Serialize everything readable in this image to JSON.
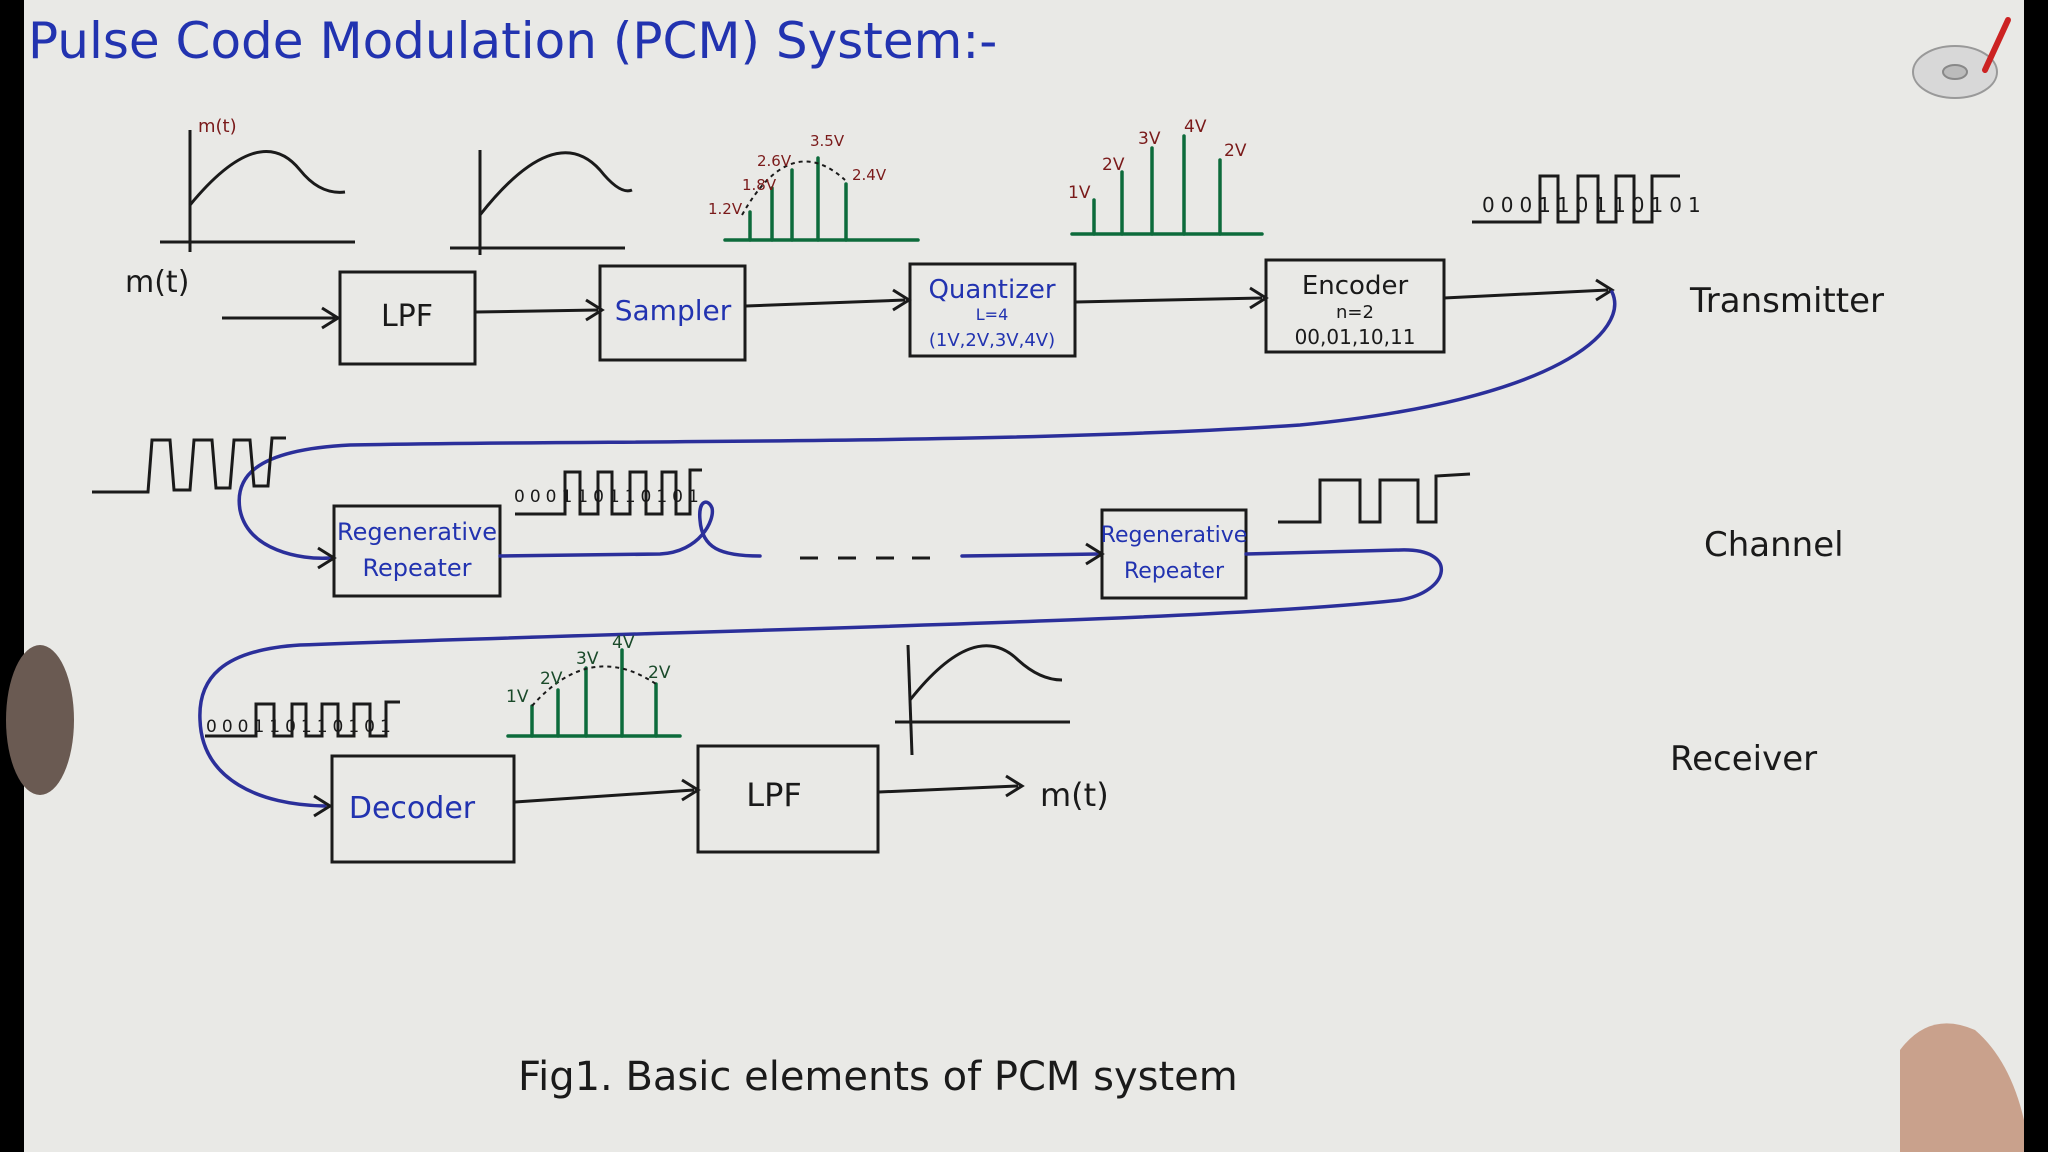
{
  "title": "Pulse Code Modulation (PCM) System:-",
  "caption": "Fig1. Basic elements of PCM system",
  "sections": {
    "transmitter": "Transmitter",
    "channel": "Channel",
    "receiver": "Receiver"
  },
  "blocks": {
    "lpf1": "LPF",
    "sampler": "Sampler",
    "quantizer": "Quantizer",
    "quantizer_levels": "L=4",
    "quantizer_values": "(1V,2V,3V,4V)",
    "encoder": "Encoder",
    "encoder_n": "n=2",
    "encoder_codes": "00,01,10,11",
    "repeater1_l1": "Regenerative",
    "repeater1_l2": "Repeater",
    "repeater2_l1": "Regenerative",
    "repeater2_l2": "Repeater",
    "decoder": "Decoder",
    "lpf2": "LPF"
  },
  "signals": {
    "input": "m(t)",
    "input_wave_label": "m(t)",
    "output": "m(t)",
    "bits_tx": "000110110101",
    "bits_ch": "000110110101",
    "bits_rx": "000110110101"
  },
  "sampler_labels": [
    "1.2V",
    "1.8V",
    "2.6V",
    "3.5V",
    "2.4V"
  ],
  "quantizer_labels": [
    "1V",
    "2V",
    "3V",
    "4V",
    "2V"
  ],
  "decoder_labels": [
    "1V",
    "2V",
    "3V",
    "4V",
    "2V"
  ],
  "colors": {
    "paper": "#e9e9e6",
    "ink_blue": "#2b2f9a",
    "ink_black": "#1a1a1a",
    "ink_green": "#0d6b3b"
  }
}
